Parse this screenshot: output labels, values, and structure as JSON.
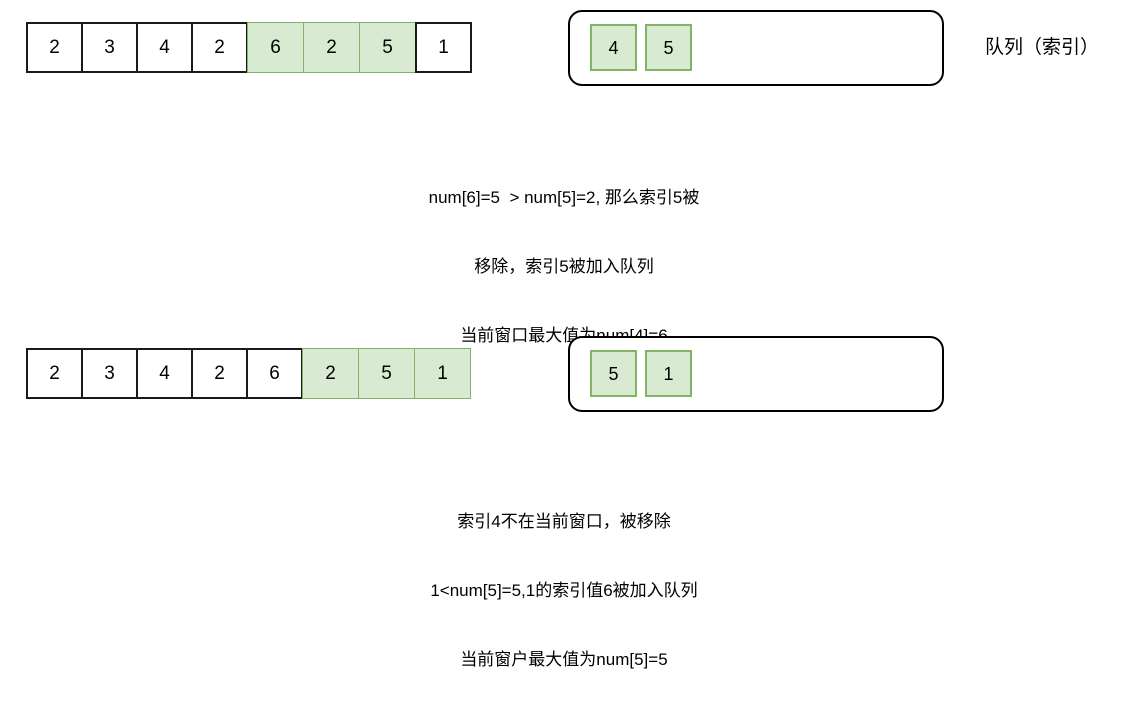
{
  "diagram": {
    "title_label": "队列（索引）",
    "steps": [
      {
        "array": {
          "values": [
            "2",
            "3",
            "4",
            "2",
            "6",
            "2",
            "5",
            "1"
          ],
          "highlighted": [
            false,
            false,
            false,
            false,
            true,
            true,
            true,
            false
          ]
        },
        "queue": {
          "label": "队列（索引）",
          "items": [
            "4",
            "5"
          ]
        },
        "caption": {
          "lines": [
            "num[6]=5  > num[5]=2, 那么索引5被",
            "移除，索引5被加入队列",
            "当前窗口最大值为num[4]=6"
          ]
        }
      },
      {
        "array": {
          "values": [
            "2",
            "3",
            "4",
            "2",
            "6",
            "2",
            "5",
            "1"
          ],
          "highlighted": [
            false,
            false,
            false,
            false,
            false,
            true,
            true,
            true
          ]
        },
        "queue": {
          "label": "",
          "items": [
            "5",
            "1"
          ]
        },
        "caption": {
          "lines": [
            "索引4不在当前窗口，被移除",
            "1<num[5]=5,1的索引值6被加入队列",
            "当前窗户最大值为num[5]=5"
          ]
        }
      }
    ],
    "colors": {
      "highlight_fill": "#d9ead3",
      "highlight_border": "#82b366",
      "cell_border": "#1a1a1a",
      "text": "#000000",
      "background": "#ffffff"
    }
  }
}
